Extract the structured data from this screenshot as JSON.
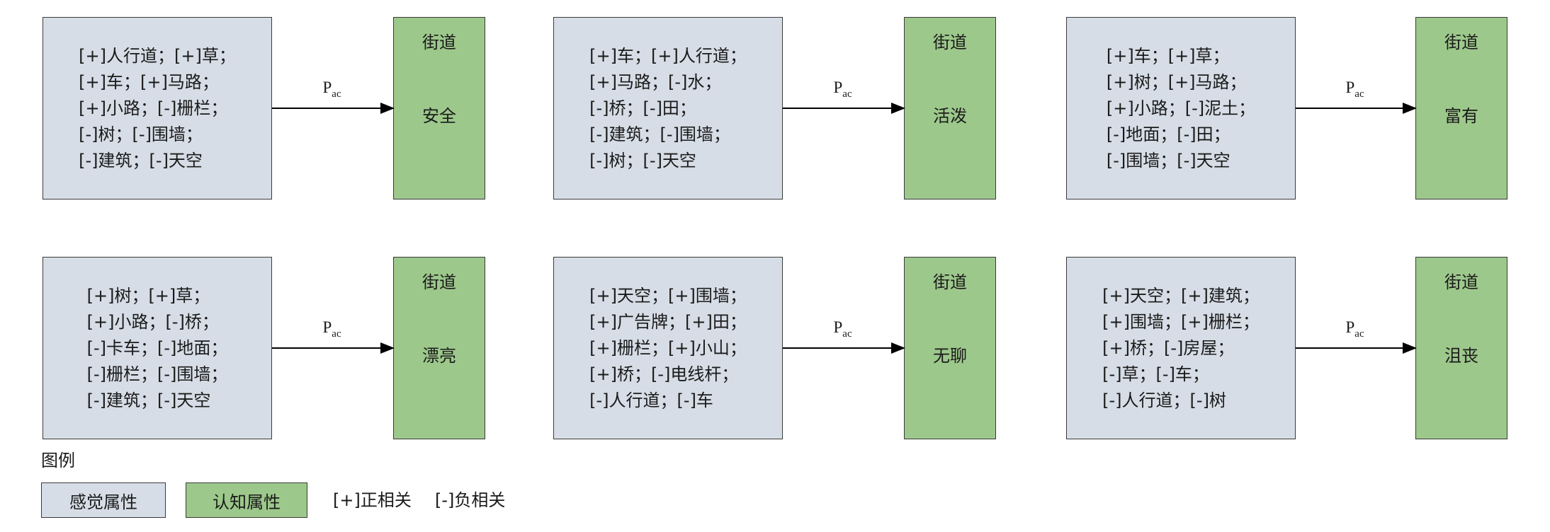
{
  "link_label": {
    "main": "P",
    "sub": "ac"
  },
  "blocks": [
    {
      "perceptual_lines": [
        "[+]人行道；[+]草；",
        "[+]车；[+]马路；",
        "[+]小路；[-]栅栏；",
        "[-]树；[-]围墙；",
        "[-]建筑；[-]天空"
      ],
      "cognitive": {
        "head": "街道",
        "attribute": "安全"
      }
    },
    {
      "perceptual_lines": [
        "[+]车；[+]人行道；",
        "[+]马路；[-]水；",
        "[-]桥；[-]田；",
        "[-]建筑；[-]围墙；",
        "[-]树；[-]天空"
      ],
      "cognitive": {
        "head": "街道",
        "attribute": "活泼"
      }
    },
    {
      "perceptual_lines": [
        "[+]车；[+]草；",
        "[+]树；[+]马路；",
        "[+]小路；[-]泥土；",
        "[-]地面；[-]田；",
        "[-]围墙；[-]天空"
      ],
      "cognitive": {
        "head": "街道",
        "attribute": "富有"
      }
    },
    {
      "perceptual_lines": [
        "[+]树；[+]草；",
        "[+]小路；[-]桥；",
        "[-]卡车；[-]地面；",
        "[-]栅栏；[-]围墙；",
        "[-]建筑；[-]天空"
      ],
      "cognitive": {
        "head": "街道",
        "attribute": "漂亮"
      }
    },
    {
      "perceptual_lines": [
        "[+]天空；[+]围墙；",
        "[+]广告牌；[+]田；",
        "[+]栅栏；[+]小山；",
        "[+]桥；[-]电线杆；",
        "[-]人行道；[-]车"
      ],
      "cognitive": {
        "head": "街道",
        "attribute": "无聊"
      }
    },
    {
      "perceptual_lines": [
        "[+]天空；[+]建筑；",
        "[+]围墙；[+]栅栏；",
        "[+]桥；[-]房屋；",
        "[-]草；[-]车；",
        "[-]人行道；[-]树"
      ],
      "cognitive": {
        "head": "街道",
        "attribute": "沮丧"
      }
    }
  ],
  "legend": {
    "title": "图例",
    "perceptual_label": "感觉属性",
    "cognitive_label": "认知属性",
    "positive": "[+]正相关",
    "negative": "[-]负相关"
  },
  "colors": {
    "perceptual_fill": "#d6dde6",
    "cognitive_fill": "#9dc88b",
    "border": "#3a3a3a"
  }
}
